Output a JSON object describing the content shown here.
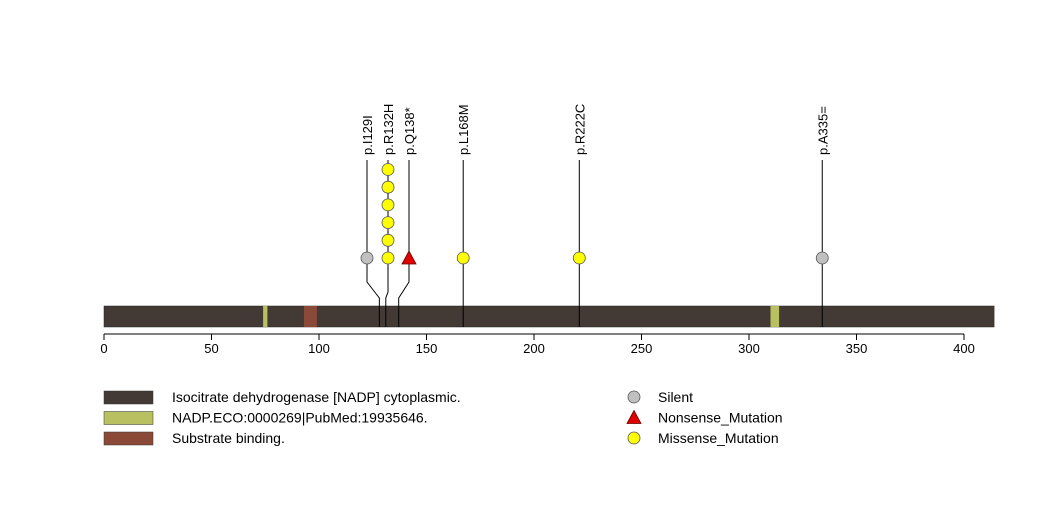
{
  "chart_data": {
    "type": "lollipop",
    "title": "",
    "xlim": [
      0,
      414
    ],
    "protein_length": 414,
    "x_ticks": [
      0,
      50,
      100,
      150,
      200,
      250,
      300,
      350,
      400
    ],
    "domains": [
      {
        "name": "Isocitrate dehydrogenase [NADP] cytoplasmic.",
        "start": 0,
        "end": 414,
        "color": "#433a36"
      },
      {
        "name": "NADP.ECO:0000269|PubMed:19935646.",
        "start": 74,
        "end": 76,
        "color": "#b8c060"
      },
      {
        "name": "Substrate binding.",
        "start": 93,
        "end": 99,
        "color": "#8b4a37"
      },
      {
        "name": "NADP.ECO:0000269|PubMed:19935646.",
        "start": 310,
        "end": 314,
        "color": "#b8c060"
      }
    ],
    "mutations": [
      {
        "label": "p.I129I",
        "position": 129,
        "count": 1,
        "type": "Silent"
      },
      {
        "label": "p.R132H",
        "position": 132,
        "count": 6,
        "type": "Missense_Mutation"
      },
      {
        "label": "p.Q138*",
        "position": 138,
        "count": 1,
        "type": "Nonsense_Mutation"
      },
      {
        "label": "p.L168M",
        "position": 168,
        "count": 1,
        "type": "Missense_Mutation"
      },
      {
        "label": "p.R222C",
        "position": 222,
        "count": 1,
        "type": "Missense_Mutation"
      },
      {
        "label": "p.A335=",
        "position": 335,
        "count": 1,
        "type": "Silent"
      }
    ],
    "domain_legend": [
      {
        "label": "Isocitrate dehydrogenase [NADP] cytoplasmic.",
        "color": "#433a36"
      },
      {
        "label": "NADP.ECO:0000269|PubMed:19935646.",
        "color": "#b8c060"
      },
      {
        "label": "Substrate binding.",
        "color": "#8b4a37"
      }
    ],
    "mutation_legend": [
      {
        "label": "Silent",
        "shape": "circle",
        "color": "#c0c0c0"
      },
      {
        "label": "Nonsense_Mutation",
        "shape": "triangle",
        "color": "#e00000"
      },
      {
        "label": "Missense_Mutation",
        "shape": "circle",
        "color": "#ffff00"
      }
    ]
  }
}
